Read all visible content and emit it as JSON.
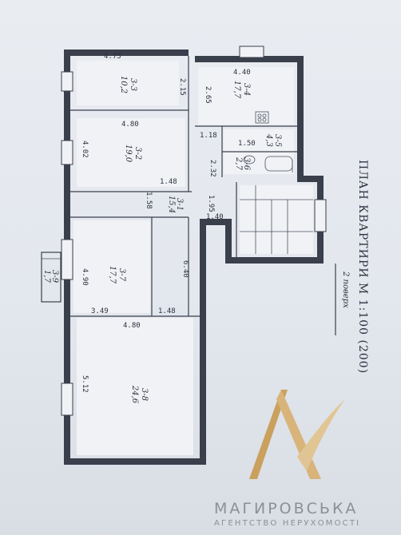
{
  "plan": {
    "title": "ПЛАН КВАРТИРИ М 1:100 (200)",
    "floor": "2 поверх",
    "rooms": [
      {
        "id": "3-3",
        "area": "10,2",
        "dim": "4.75"
      },
      {
        "id": "3-4",
        "area": "17,7",
        "dim": "4.40"
      },
      {
        "id": "3-2",
        "area": "19,0",
        "dim": "4.80"
      },
      {
        "id": "3-5",
        "area": "4,3",
        "dim": "1.50"
      },
      {
        "id": "3-6",
        "area": "2,7",
        "dim": "2.32"
      },
      {
        "id": "3-1",
        "area": "15,4",
        "dim": "1.48"
      },
      {
        "id": "3-7",
        "area": "17,7",
        "dim": "4.90"
      },
      {
        "id": "3-9",
        "area": "1,7",
        "dim": ""
      },
      {
        "id": "3-8",
        "area": "24,6",
        "dim": "4.80"
      }
    ],
    "dims": {
      "d2_15": "2.15",
      "d2_65": "2.65",
      "d4_02": "4.02",
      "d1_18": "1.18",
      "d1_58": "1.58",
      "d1_95": "1.95",
      "d1_40": "1.40",
      "d6_40": "6.40",
      "d3_49": "3.49",
      "d1_48b": "1.48",
      "d5_12": "5.12"
    }
  },
  "brand": {
    "name": "МАГИРОВСЬКА",
    "subtitle": "АГЕНТСТВО НЕРУХОМОСТІ",
    "color": "#c89a4e"
  }
}
